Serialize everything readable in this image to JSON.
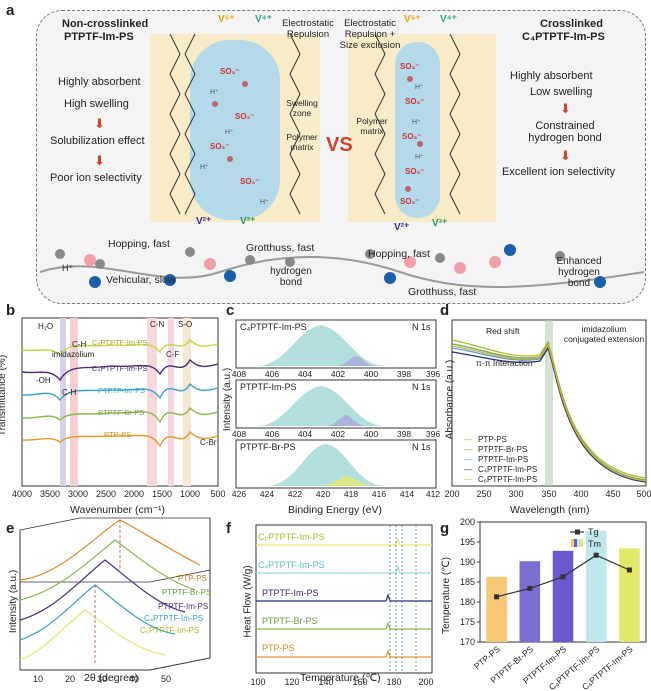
{
  "panel_a": {
    "label": "a",
    "left_title_1": "Non-crosslinked",
    "left_title_2": "PTPTF-Im-PS",
    "left_items": [
      "Highly absorbent",
      "High swelling",
      "Solubilization effect",
      "Poor ion selectivity"
    ],
    "right_title_1": "Crosslinked",
    "right_title_2": "C₄PTPTF-Im-PS",
    "right_items": [
      "Highly absorbent",
      "Low swelling",
      "Constrained hydrogen bond",
      "Excellent ion selectivity"
    ],
    "vs": "VS",
    "v5": "V⁵⁺",
    "v4": "V⁴⁺",
    "v2": "V²⁺",
    "v3": "V³⁺",
    "electrostatic_left": "Electrostatic Repulsion",
    "electrostatic_right": "Electrostatic Repulsion + Size exclusion",
    "swelling_zone": "Swelling zone",
    "polymer_matrix_left": "Polymer matrix",
    "polymer_matrix_right": "Polymer matrix",
    "hopping_left": "Hopping, fast",
    "grotthuss_left": "Grotthuss, fast",
    "vehicular": "Vehicular, slow",
    "hydrogen_bond": "hydrogen bond",
    "hopping_right": "Hopping, fast",
    "grotthuss_right": "Grotthuss, fast",
    "enhanced_hb": "Enhanced hydrogen bond",
    "h_plus": "H⁺",
    "so3": "SO₃⁻"
  },
  "panel_b": {
    "label": "b",
    "ylabel": "Transmittance (%)",
    "xlabel": "Wavenumber (cm⁻¹)",
    "xticks": [
      "4000",
      "3500",
      "3000",
      "2500",
      "2000",
      "1500",
      "1000",
      "500"
    ],
    "series": [
      "C₆PTPTF-Im-PS",
      "C₄PTPTF-Im-PS",
      "PTPTF-Im-PS",
      "PTPTF-Br-PS",
      "PTP-PS"
    ],
    "annotations": [
      "H₂O",
      "imidazolium",
      "C-H",
      "-OH",
      "C-H",
      "C-N",
      "S-O",
      "C-F",
      "C-Br"
    ]
  },
  "panel_c": {
    "label": "c",
    "ylabel": "Intensity (a.u.)",
    "xlabel": "Binding Energy (eV)",
    "subplots": [
      {
        "name": "C₄PTPTF-Im-PS",
        "tag": "N 1s",
        "xticks": [
          "408",
          "406",
          "404",
          "402",
          "400",
          "398",
          "396"
        ]
      },
      {
        "name": "PTPTF-Im-PS",
        "tag": "N 1s",
        "xticks": [
          "408",
          "406",
          "404",
          "402",
          "400",
          "398",
          "396"
        ]
      },
      {
        "name": "PTPTF-Br-PS",
        "tag": "N 1s",
        "xticks": [
          "426",
          "424",
          "422",
          "420",
          "418",
          "416",
          "414",
          "412"
        ]
      }
    ]
  },
  "panel_d": {
    "label": "d",
    "ylabel": "Absorbance (a.u.)",
    "xlabel": "Wavelength (nm)",
    "xticks": [
      "200",
      "250",
      "300",
      "350",
      "400",
      "450",
      "500"
    ],
    "annotations": [
      "Red shift",
      "π-π Interaction",
      "imidazolium conjugated extension"
    ],
    "legend": [
      "PTP-PS",
      "PTPTF-Br-PS",
      "PTPTF-Im-PS",
      "C₄PTPTF-Im-PS",
      "C₆PTPTF-Im-PS"
    ],
    "colors": [
      "#b5b52a",
      "#6aa84f",
      "#5b9bd5",
      "#2b2b7a",
      "#c8b43a"
    ]
  },
  "panel_e": {
    "label": "e",
    "ylabel": "Intensity (a.u.)",
    "xlabel": "2θ (degree)",
    "xticks": [
      "10",
      "20",
      "30",
      "40",
      "50"
    ],
    "series": [
      "PTP-PS",
      "PTPTF-Br-PS",
      "PTPTF-Im-PS",
      "C₄PTPTF-Im-PS",
      "C₆PTPTF-Im-PS"
    ]
  },
  "panel_f": {
    "label": "f",
    "ylabel": "Heat Flow (W/g)",
    "xlabel": "Temperature (℃)",
    "xticks": [
      "100",
      "120",
      "140",
      "160",
      "180",
      "200"
    ],
    "series": [
      "C₆PTPTF-Im-PS",
      "C₄PTPTF-Im-PS",
      "PTPTF-Im-PS",
      "PTPTF-Br-PS",
      "PTP-PS"
    ]
  },
  "panel_g": {
    "label": "g",
    "ylabel": "Temperature (℃)",
    "yticks": [
      "170",
      "175",
      "180",
      "185",
      "190",
      "195",
      "200"
    ],
    "legend_tg": "Tg",
    "legend_tm": "Tm"
  },
  "chart_data": {
    "type": "bar",
    "categories": [
      "PTP-PS",
      "PTPTF-Br-PS",
      "PTPTF-Im-PS",
      "C₄PTPTF-Im-PS",
      "C₆PTPTF-Im-PS"
    ],
    "series": [
      {
        "name": "Tm",
        "values": [
          186.3,
          190.2,
          192.8,
          197.8,
          193.4
        ]
      },
      {
        "name": "Tg",
        "values": [
          181.3,
          183.4,
          186.3,
          191.7,
          188.0
        ]
      }
    ],
    "ylim": [
      170,
      200
    ],
    "ylabel": "Temperature (℃)",
    "colors": [
      "#f7c873",
      "#7a6fd0",
      "#6a5acd",
      "#bfe6ec",
      "#e3e86a"
    ]
  }
}
